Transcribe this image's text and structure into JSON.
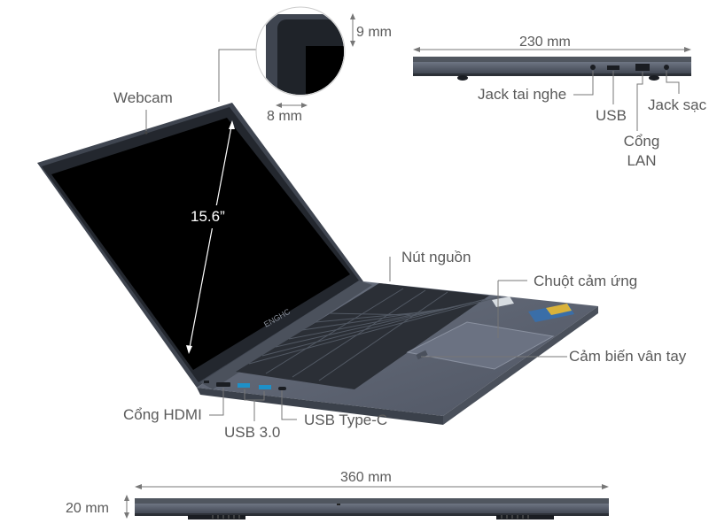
{
  "labels": {
    "webcam": "Webcam",
    "screen_size": "15.6”",
    "bezel_top": "9 mm",
    "bezel_side": "8 mm",
    "depth": "230 mm",
    "headphone_jack": "Jack tai nghe",
    "usb": "USB",
    "charging_jack": "Jack sạc",
    "lan_line1": "Cổng",
    "lan_line2": "LAN",
    "power_button": "Nút nguồn",
    "touchpad": "Chuột cảm ứng",
    "fingerprint": "Cảm biến vân tay",
    "hdmi": "Cổng HDMI",
    "usb3": "USB 3.0",
    "usb_c": "USB Type-C",
    "width": "360 mm",
    "thickness": "20 mm"
  },
  "colors": {
    "body": "#5b6270",
    "body_dark": "#3d434d",
    "screen": "#000000",
    "bezel": "#2a2e35",
    "key": "#2b2f36",
    "usb_port": "#1e90c8",
    "line": "#666666"
  }
}
